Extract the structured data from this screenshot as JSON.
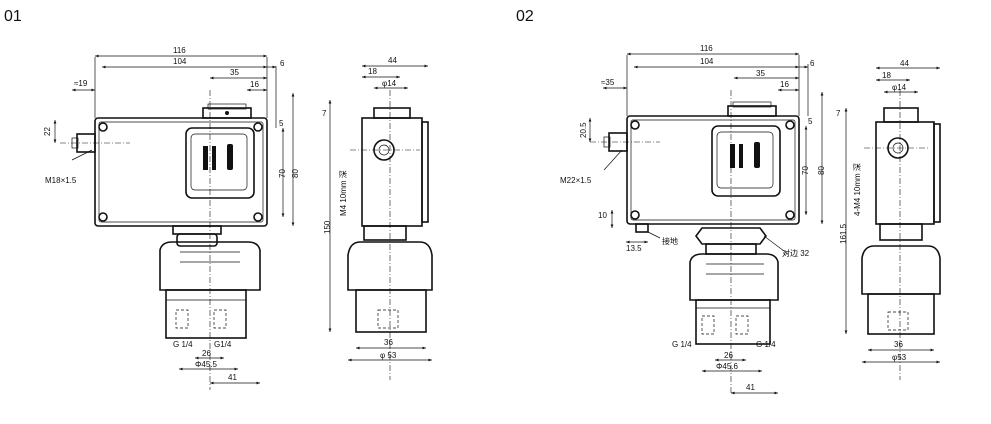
{
  "panels": [
    {
      "id": "01",
      "label": "01",
      "labels": {
        "width_total": "116",
        "width_inner": "104",
        "dim_35": "35",
        "dim_16": "16",
        "dim_6": "6",
        "dim_19": "≈19",
        "dim_22": "22",
        "dim_5": "5",
        "dim_70": "70",
        "dim_80": "80",
        "thread_left": "M18×1.5",
        "port_left": "G 1/4",
        "port_right": "G1/4",
        "dim_26": "26",
        "dim_45_5": "Φ45.5",
        "dim_41": "41",
        "side_44": "44",
        "side_18": "18",
        "side_14": "φ14",
        "side_7": "7",
        "side_150": "150",
        "side_m4": "M4 10mm 深",
        "side_36": "36",
        "side_53": "φ 53"
      }
    },
    {
      "id": "02",
      "label": "02",
      "labels": {
        "width_total": "116",
        "width_inner": "104",
        "dim_35": "35",
        "dim_16": "16",
        "dim_6": "6",
        "dim_19": "≈35",
        "dim_22": "20.5",
        "dim_5": "5",
        "dim_70": "70",
        "dim_80": "80",
        "dim_10": "10",
        "dim_13_5": "13.5",
        "ground": "接地",
        "across_flats": "对边 32",
        "thread_left": "M22×1.5",
        "port_left": "G 1/4",
        "port_right": "G 1/4",
        "dim_26": "26",
        "dim_45_5": "Φ45.6",
        "dim_41": "41",
        "side_44": "44",
        "side_18": "18",
        "side_14": "φ14",
        "side_7": "7",
        "side_161_5": "161.5",
        "side_m4": "4-M4 10mm 深",
        "side_36": "36",
        "side_53": "φ53"
      }
    }
  ]
}
